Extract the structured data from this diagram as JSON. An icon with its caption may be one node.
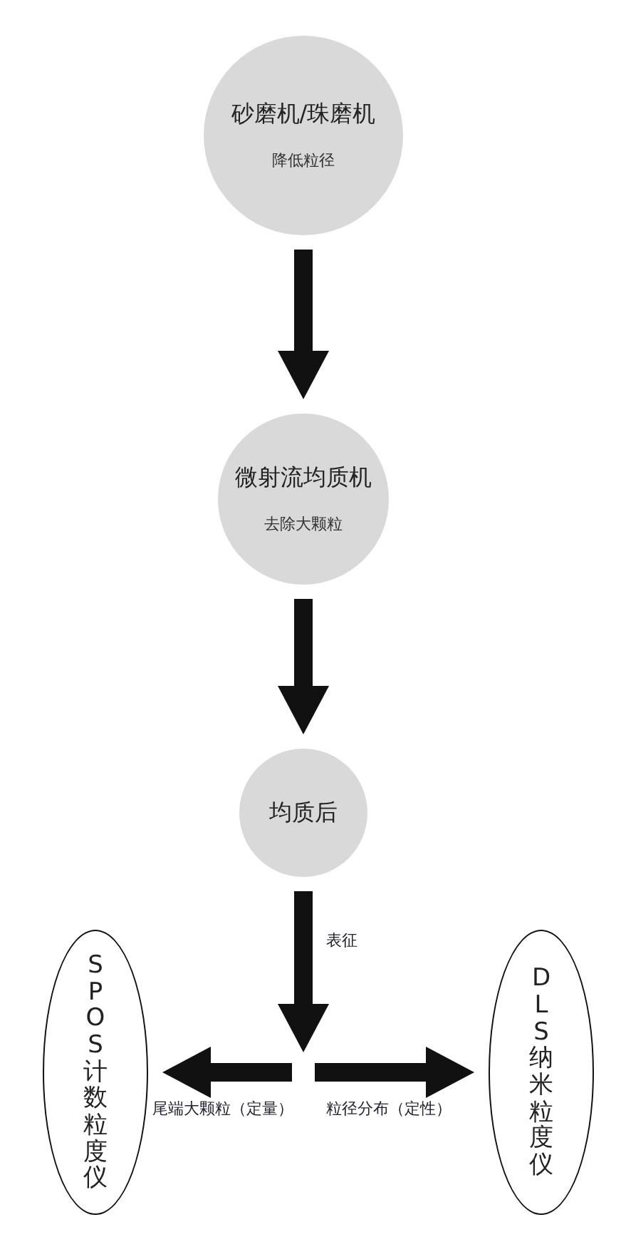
{
  "diagram": {
    "nodes": [
      {
        "text": [
          "砂磨机/珠磨机",
          "降低粒径"
        ]
      },
      {
        "text": [
          "微射流均质机",
          "去除大颗粒"
        ]
      },
      {
        "text": [
          "均质后"
        ]
      },
      {
        "text": [
          "SPOS计数粒度仪"
        ]
      },
      {
        "text": [
          "DLS纳米粒度仪"
        ]
      }
    ],
    "edges": [
      {
        "from": 0,
        "to": 1,
        "arrow": "to"
      },
      {
        "from": 1,
        "to": 2,
        "arrow": "to"
      },
      {
        "from": 2,
        "to": null,
        "arrow": "to",
        "label": "表征"
      },
      {
        "from": null,
        "to": 3,
        "arrow": "to",
        "label": "尾端大颗粒（定量）"
      },
      {
        "from": null,
        "to": 4,
        "arrow": "to",
        "label": "粒径分布（定性）"
      }
    ]
  }
}
